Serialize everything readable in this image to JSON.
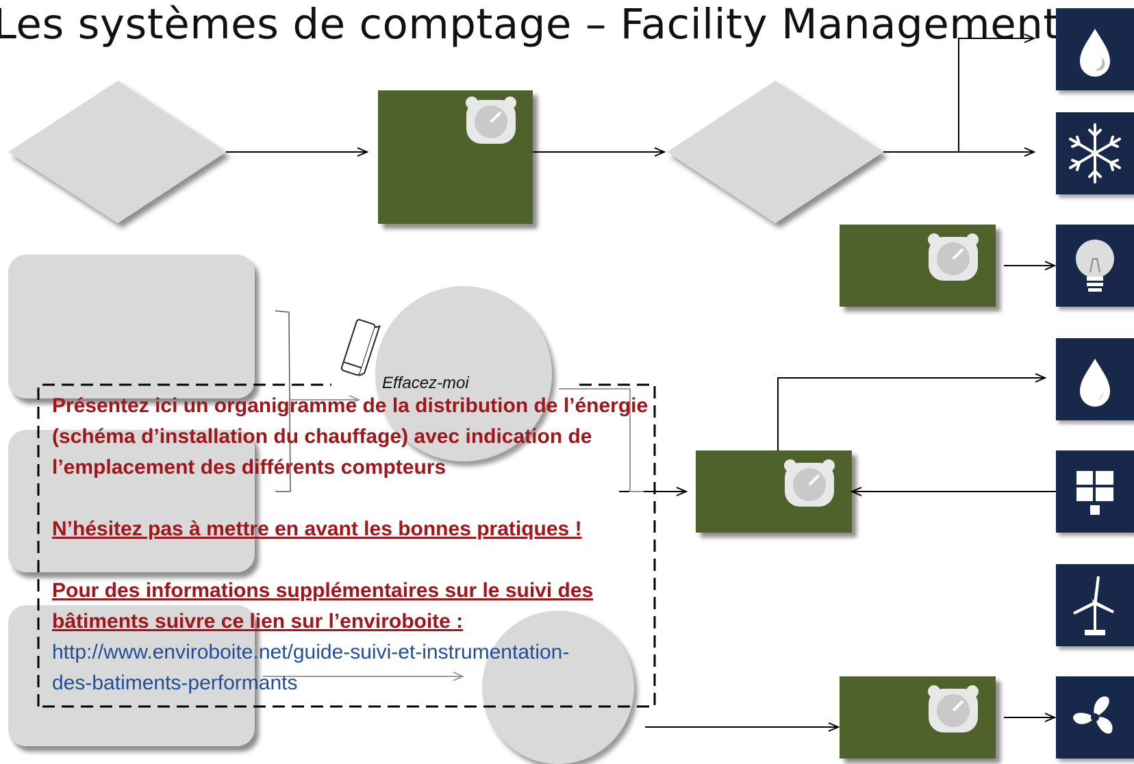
{
  "title": "Les systèmes de comptage – Facility Management",
  "eraser_label": "Effacez-moi",
  "instructions": {
    "line1": "Présentez ici un organigramme de la distribution de l’énergie (schéma d’installation du chauffage) avec indication de l’emplacement des différents compteurs",
    "line2": "N’hésitez pas à mettre en avant les bonnes pratiques !",
    "line3": "Pour des informations supplémentaires sur le suivi des bâtiments  suivre ce lien sur l’enviroboite :",
    "link": "http://www.enviroboite.net/guide-suivi-et-instrumentation-des-batiments-performants"
  },
  "colors": {
    "meter_green": "#4f622b",
    "tile_navy": "#17284a",
    "shape_gray": "#d9d9d9",
    "text_red": "#a0161b",
    "link_blue": "#1f4e9a"
  },
  "icons": [
    "water-drop-icon",
    "snowflake-icon",
    "light-bulb-icon",
    "water-drop-icon",
    "solar-panel-icon",
    "wind-turbine-icon",
    "fan-icon",
    "meter-icon"
  ]
}
